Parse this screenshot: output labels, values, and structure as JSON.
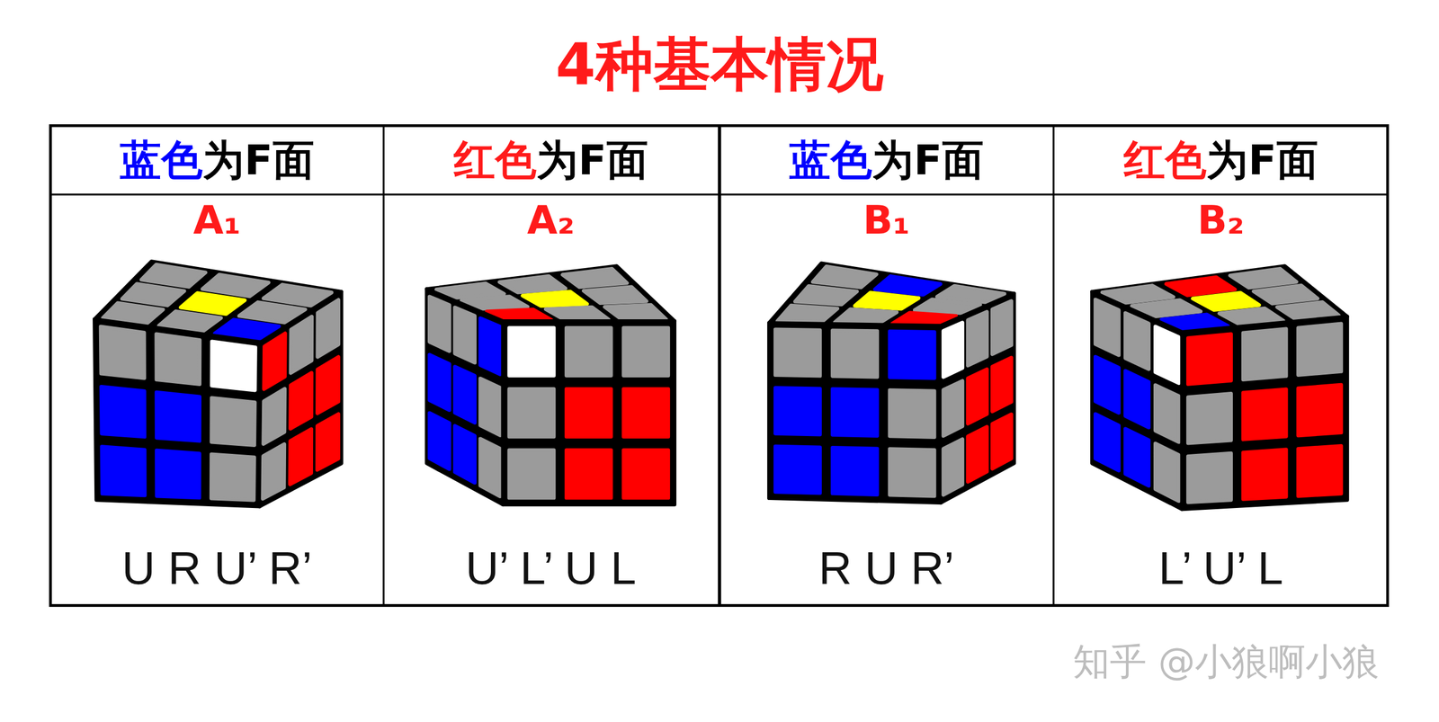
{
  "diagram": {
    "title": "4种基本情况",
    "labels": [
      "蓝色为F面",
      "红色为F面",
      "蓝色为F面",
      "红色为F面",
      "A₁",
      "A₂",
      "B₁",
      "B₂",
      "U R U’ R’",
      "U’ L’ U L",
      "R U R’",
      "L’ U’ L",
      "知乎 @小狼啊小狼"
    ]
  }
}
